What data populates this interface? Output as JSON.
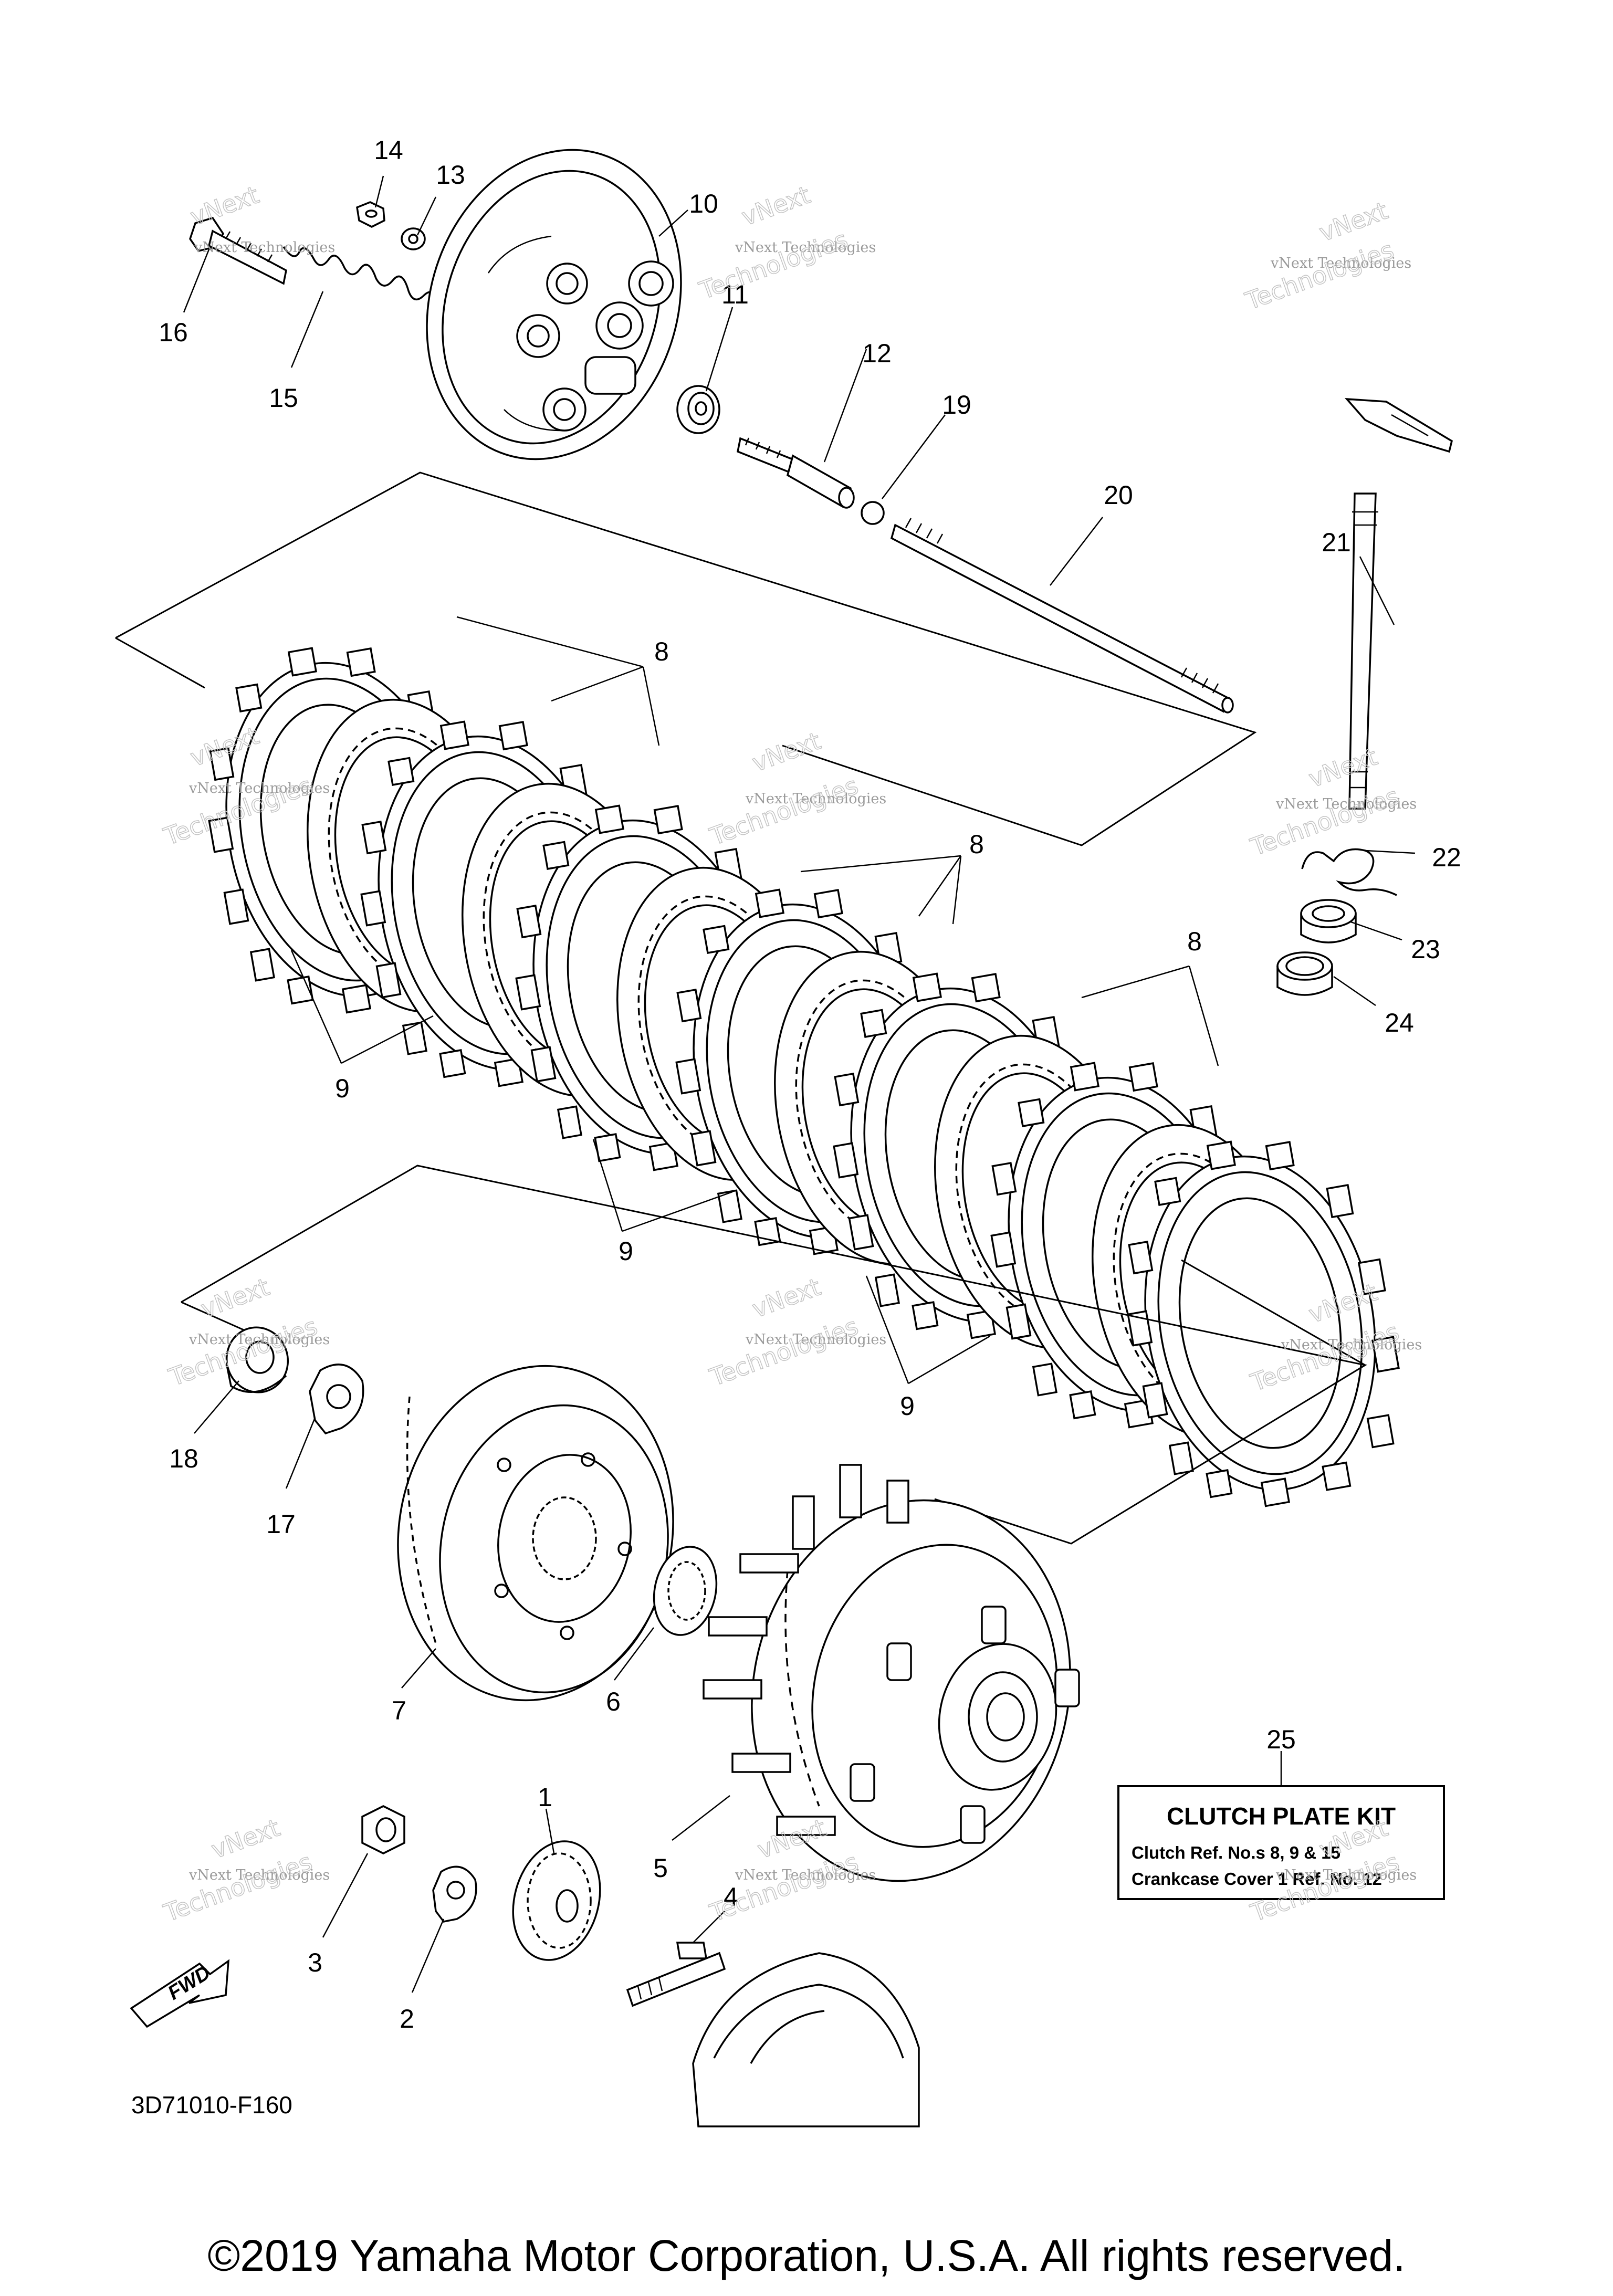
{
  "diagram": {
    "part_numbers": {
      "n1": "1",
      "n2": "2",
      "n3": "3",
      "n4": "4",
      "n5": "5",
      "n6": "6",
      "n7": "7",
      "n8a": "8",
      "n8b": "8",
      "n8c": "8",
      "n9a": "9",
      "n9b": "9",
      "n9c": "9",
      "n10": "10",
      "n11": "11",
      "n12": "12",
      "n13": "13",
      "n14": "14",
      "n15": "15",
      "n16": "16",
      "n17": "17",
      "n18": "18",
      "n19": "19",
      "n20": "20",
      "n21": "21",
      "n22": "22",
      "n23": "23",
      "n24": "24",
      "n25": "25"
    },
    "kit_box": {
      "title": "CLUTCH PLATE KIT",
      "line1": "Clutch Ref. No.s 8, 9 & 15",
      "line2": "Crankcase Cover 1 Ref. No. 12"
    },
    "fwd_label": "FWD",
    "diagram_code": "3D71010-F160",
    "watermark": {
      "line1": "vNext Technologies",
      "line2": "Technologies",
      "line2_prefix": "vNext"
    },
    "copyright": "©2019 Yamaha Motor Corporation, U.S.A. All rights reserved."
  }
}
